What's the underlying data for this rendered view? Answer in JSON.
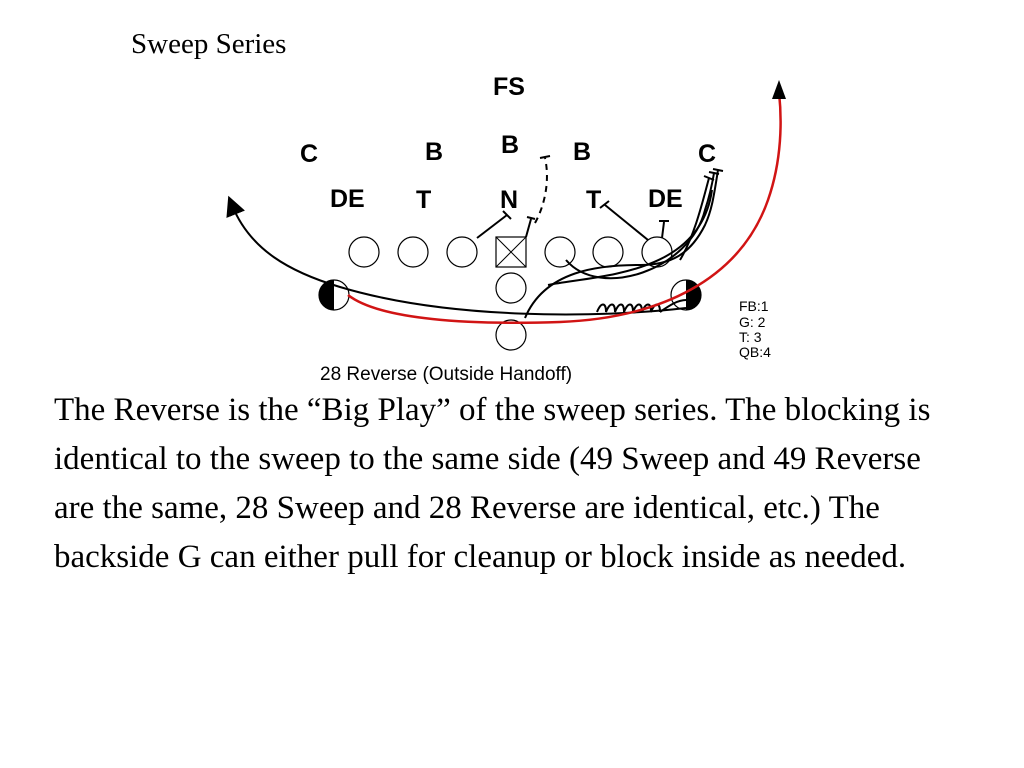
{
  "slide": {
    "title": "Sweep Series",
    "body": "The Reverse is the “Big Play” of the sweep series. The blocking is identical to the sweep to the same side (49 Sweep and 49 Reverse are the same, 28 Sweep and 28 Reverse are identical, etc.) The backside G can either pull for cleanup or block inside as needed."
  },
  "diagram": {
    "caption": "28 Reverse (Outside Handoff)",
    "defense": {
      "fs": "FS",
      "c_left": "C",
      "b_left": "B",
      "b_mid": "B",
      "b_right": "B",
      "c_right": "C",
      "de_left": "DE",
      "t_left": "T",
      "n": "N",
      "t_right": "T",
      "de_right": "DE"
    },
    "key": [
      "FB:1",
      "G: 2",
      "T: 3",
      "QB:4"
    ],
    "colors": {
      "ink": "#000000",
      "reverse_path": "#d11414"
    }
  }
}
